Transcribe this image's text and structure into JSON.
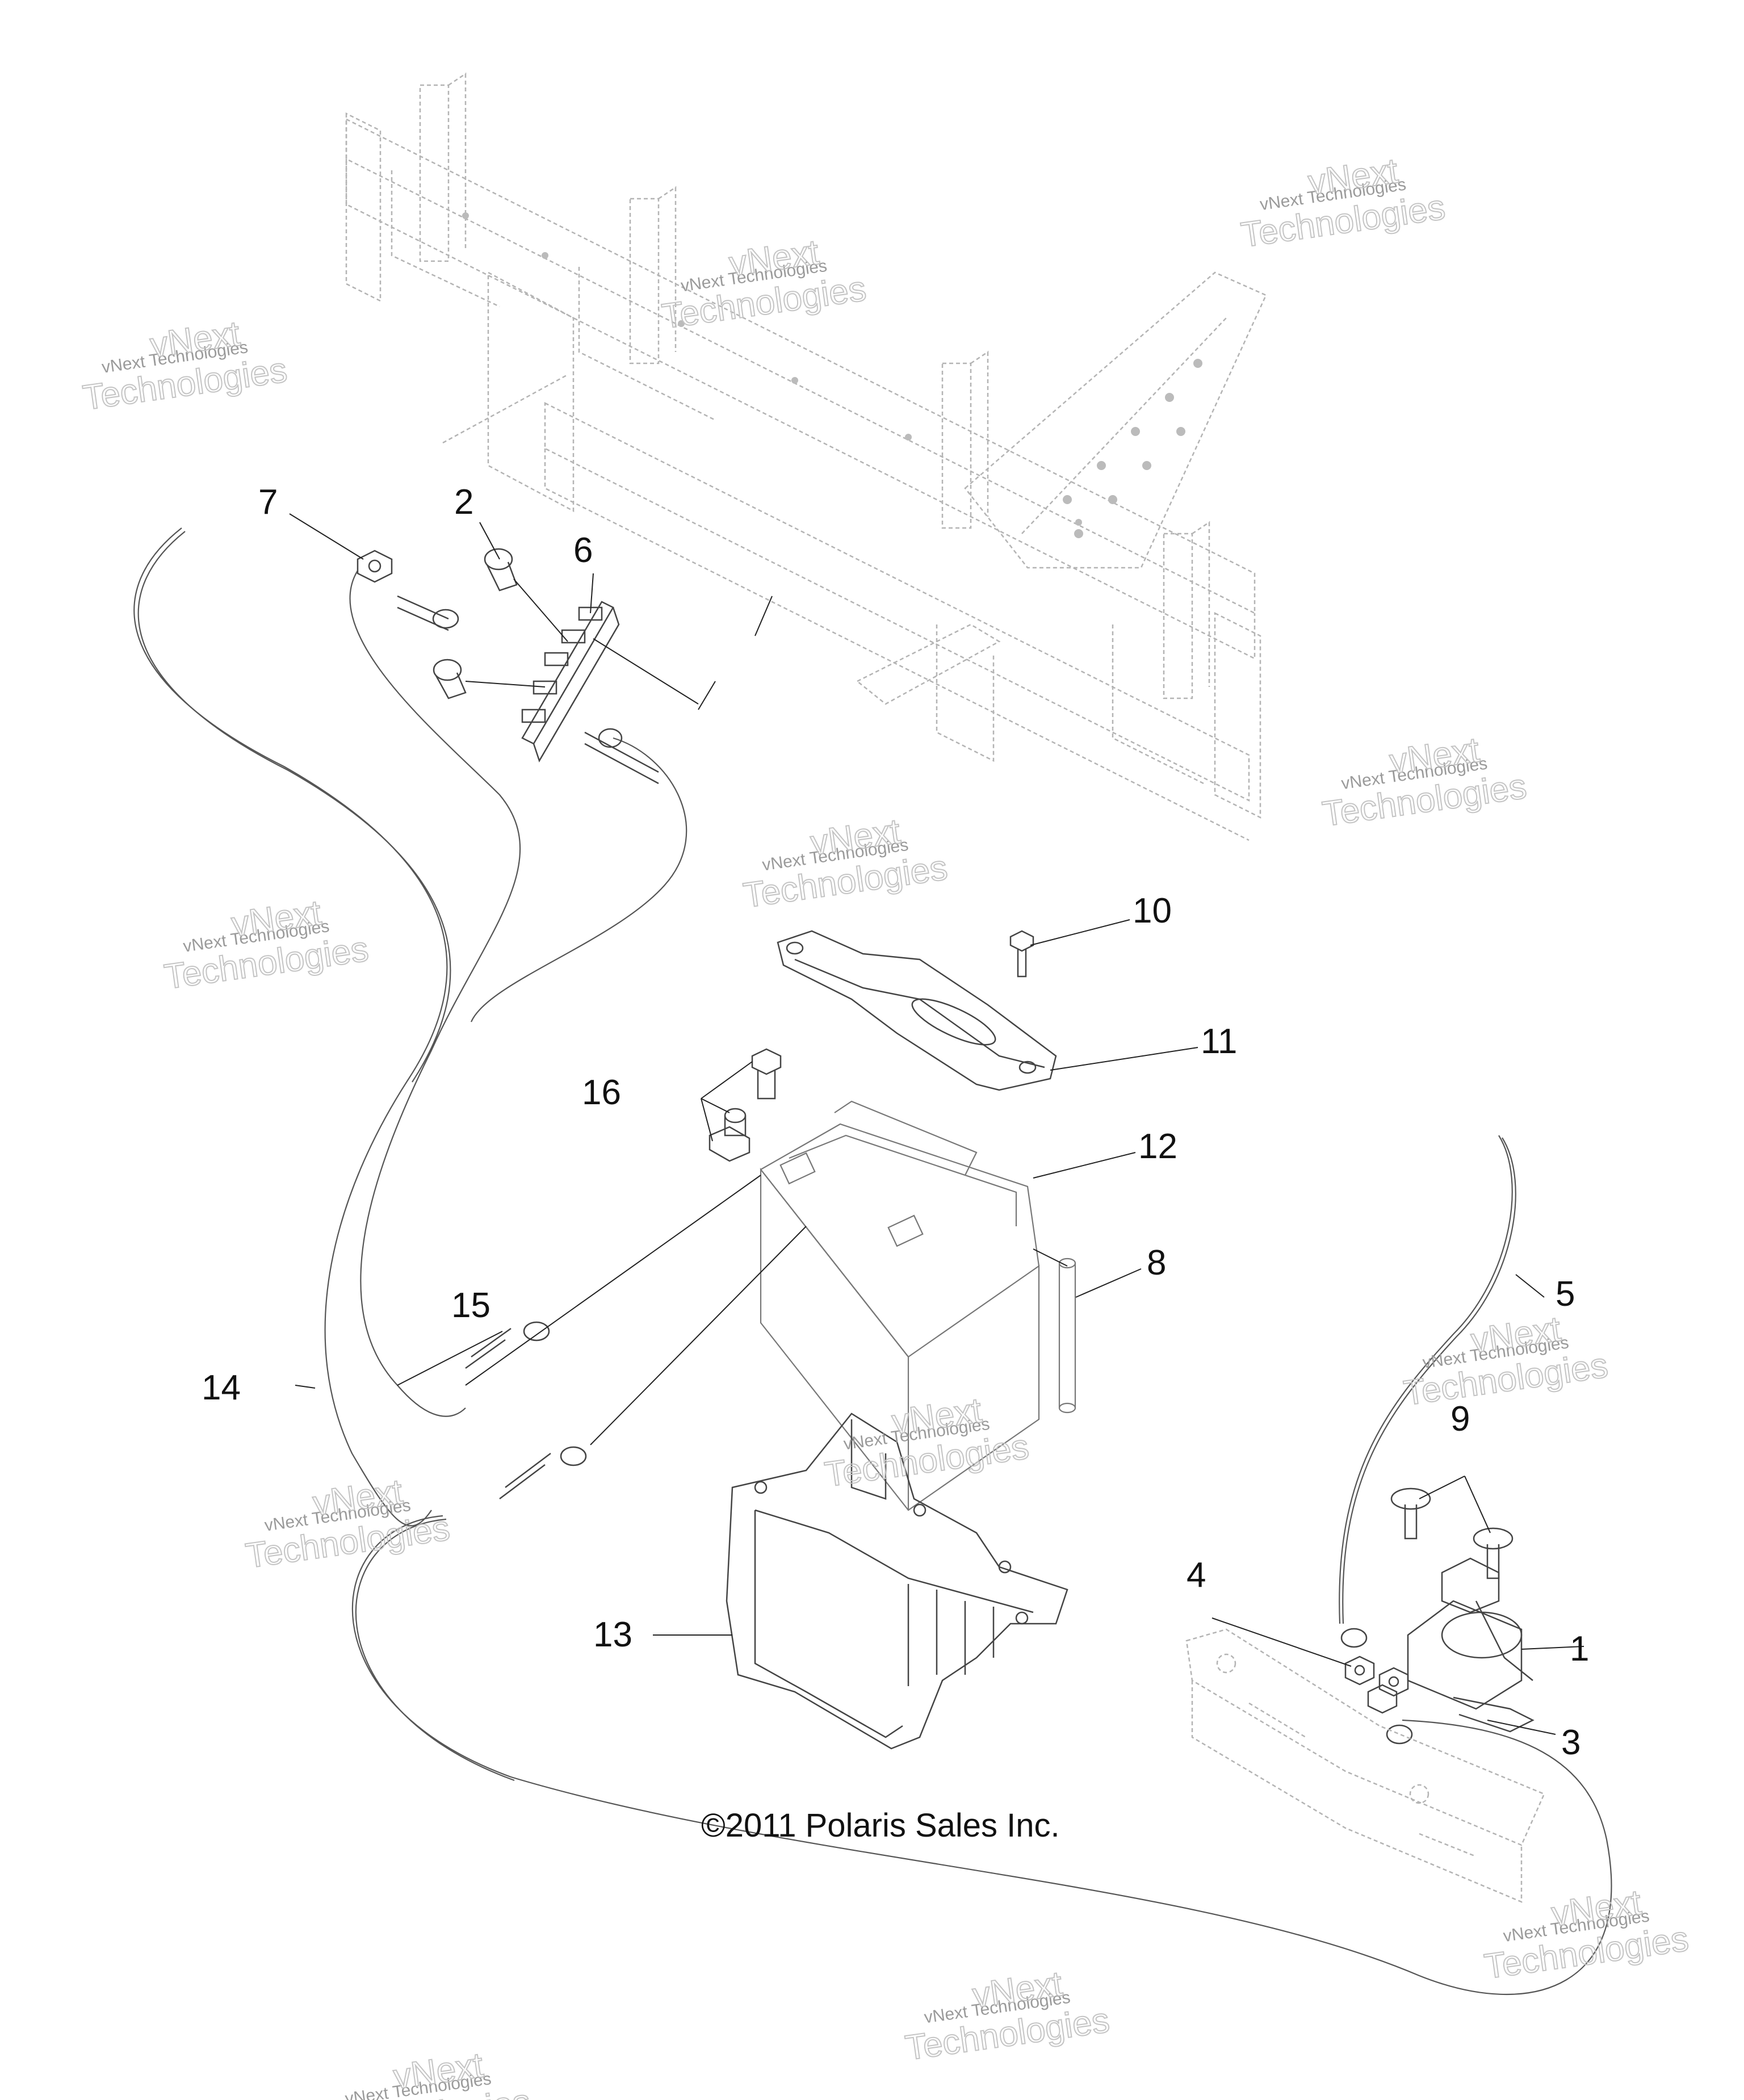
{
  "callouts": [
    {
      "id": "1",
      "text": "1"
    },
    {
      "id": "2",
      "text": "2"
    },
    {
      "id": "3",
      "text": "3"
    },
    {
      "id": "4",
      "text": "4"
    },
    {
      "id": "5",
      "text": "5"
    },
    {
      "id": "6",
      "text": "6"
    },
    {
      "id": "7",
      "text": "7"
    },
    {
      "id": "8",
      "text": "8"
    },
    {
      "id": "9",
      "text": "9"
    },
    {
      "id": "10",
      "text": "10"
    },
    {
      "id": "11",
      "text": "11"
    },
    {
      "id": "12",
      "text": "12"
    },
    {
      "id": "13",
      "text": "13"
    },
    {
      "id": "14",
      "text": "14"
    },
    {
      "id": "15",
      "text": "15"
    },
    {
      "id": "16",
      "text": "16"
    }
  ],
  "copyright": "©2011 Polaris Sales Inc.",
  "watermark": {
    "line1": "vNext Technologies",
    "line2": "vNext",
    "line3": "Technologies"
  },
  "colors": {
    "ink": "#111111",
    "frame": "#b4b4b4",
    "watermark": "#c4c4c4"
  }
}
